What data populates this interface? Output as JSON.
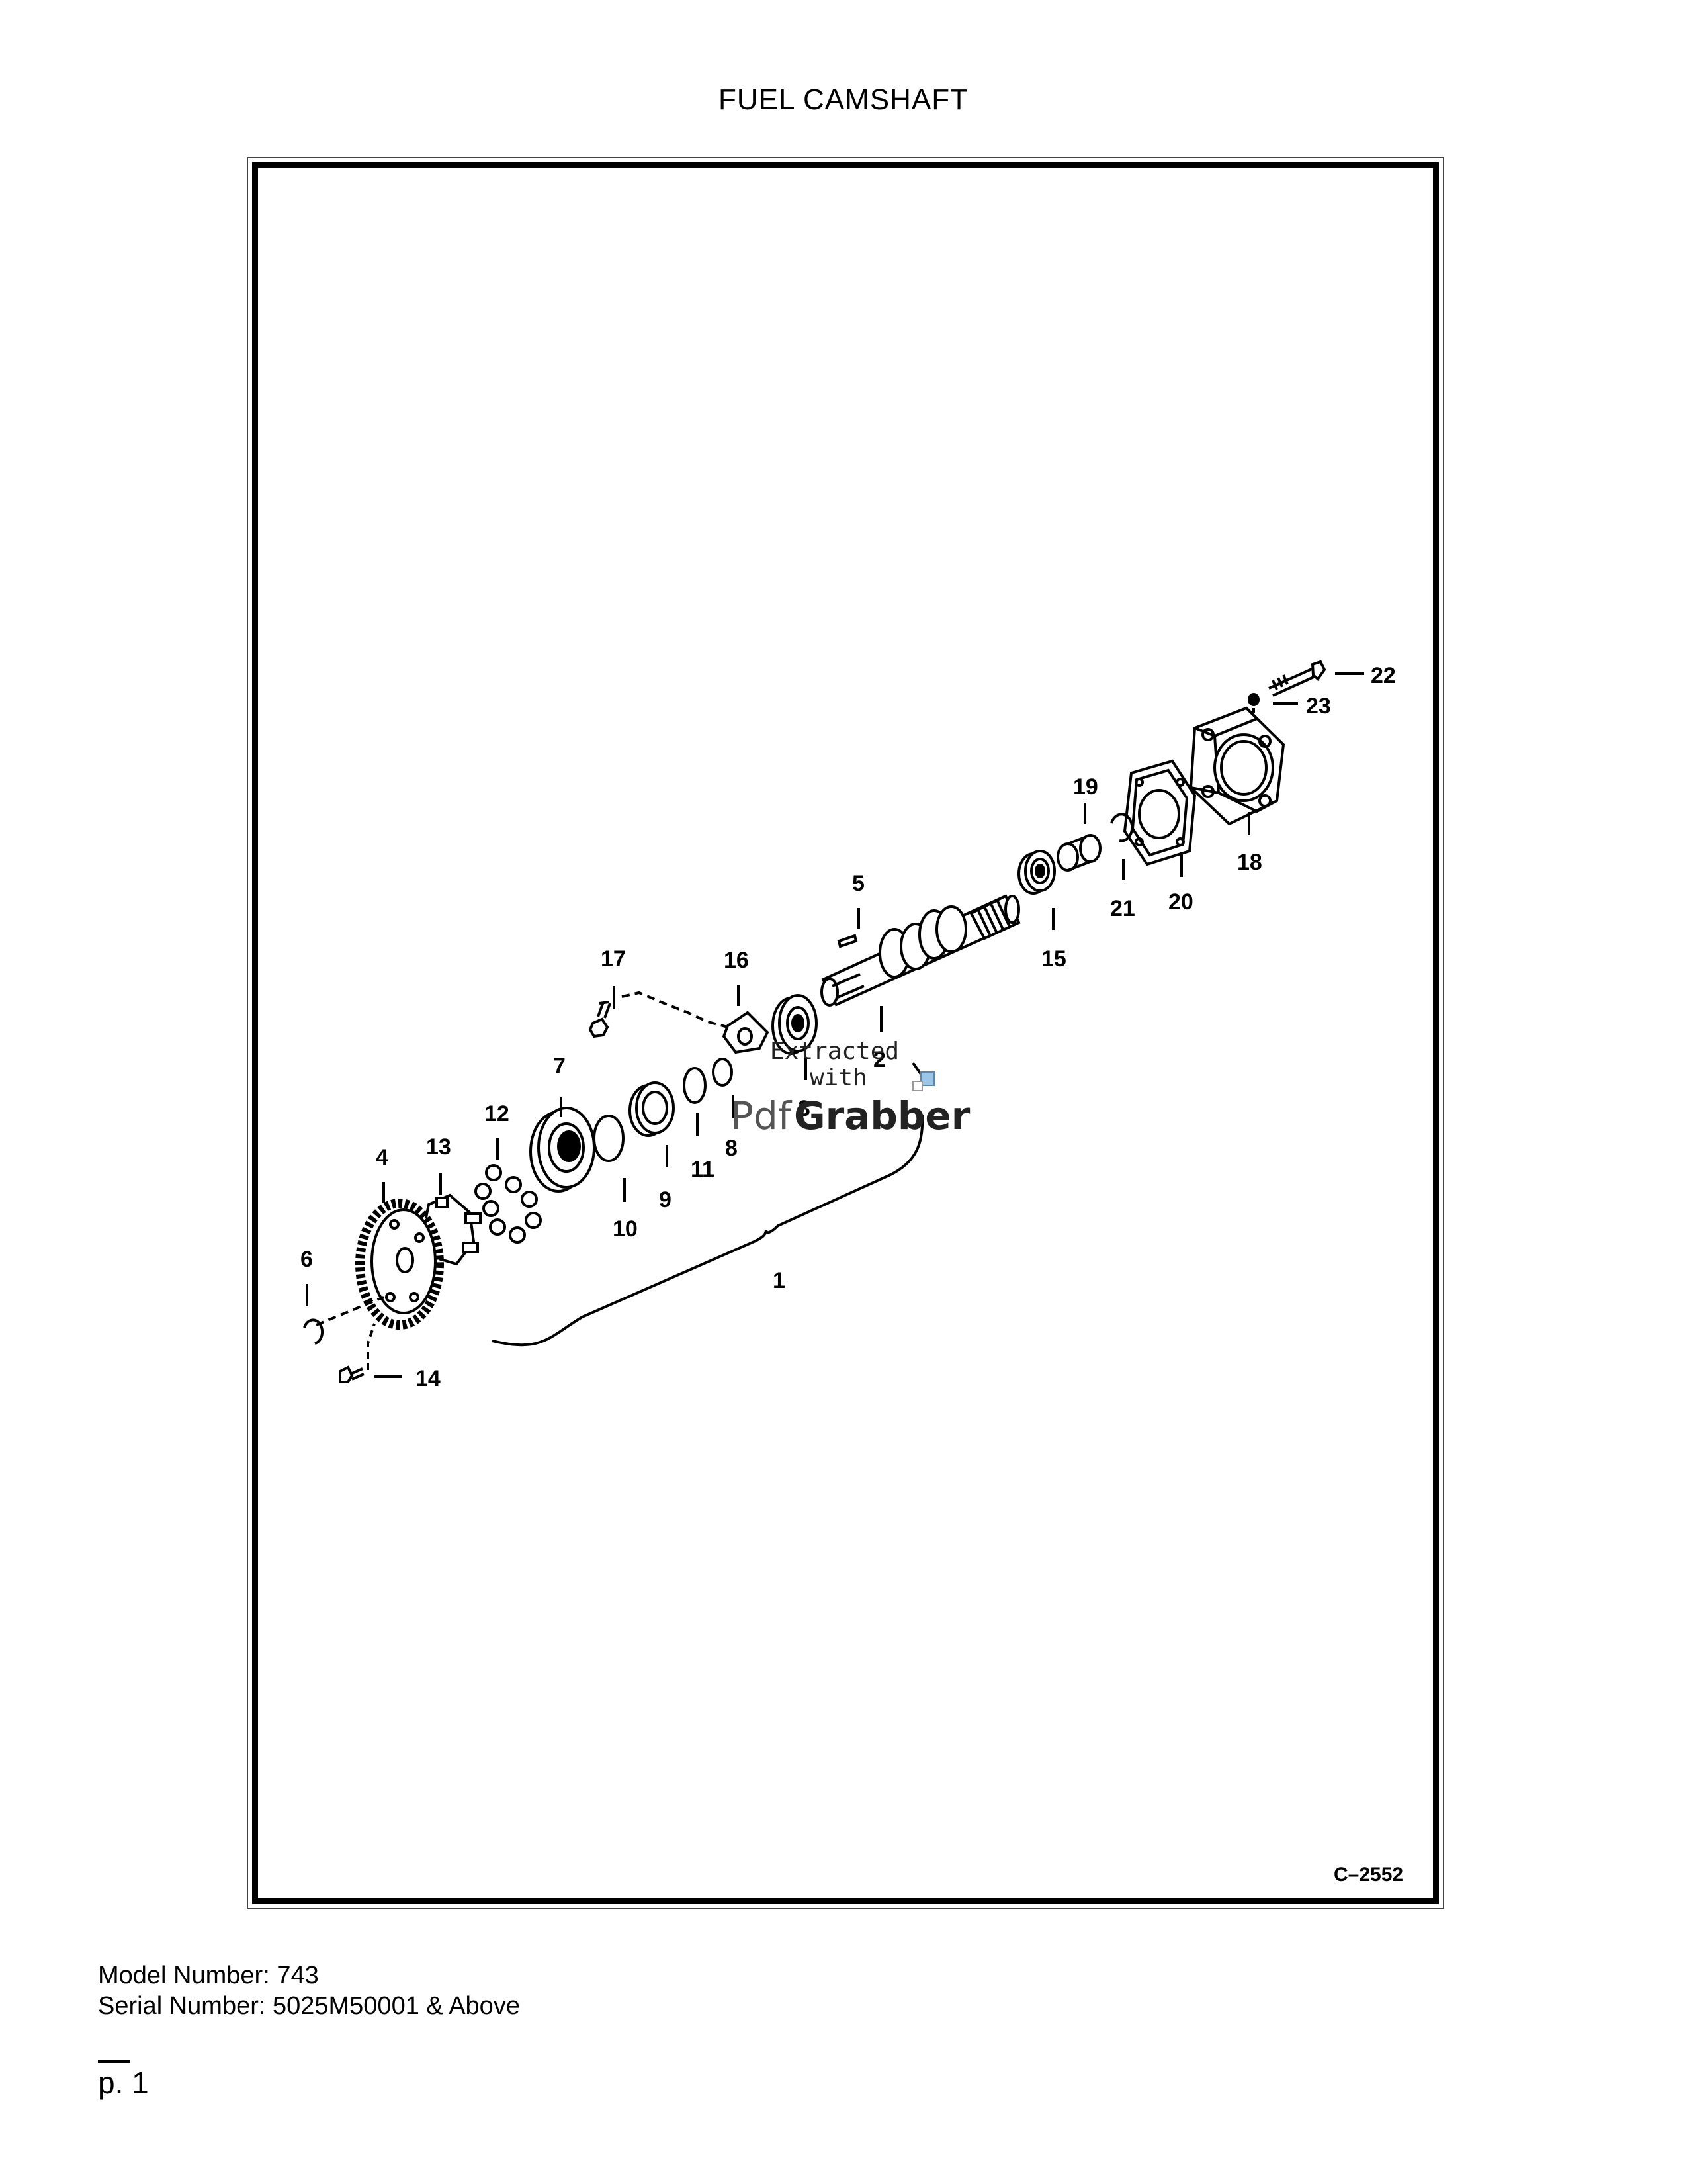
{
  "title": "FUEL CAMSHAFT",
  "figure": {
    "drawing_code": "C–2552",
    "callouts": [
      "1",
      "2",
      "3",
      "4",
      "5",
      "6",
      "7",
      "8",
      "9",
      "10",
      "11",
      "12",
      "13",
      "14",
      "15",
      "16",
      "17",
      "18",
      "19",
      "20",
      "21",
      "22",
      "23"
    ]
  },
  "watermark": {
    "line1": "Extracted",
    "line2": "with",
    "brand_part1": "Pdf",
    "brand_part2": "Grabber"
  },
  "footer": {
    "model": "Model Number: 743",
    "serial": "Serial Number: 5025M50001 & Above"
  },
  "page": "p. 1"
}
